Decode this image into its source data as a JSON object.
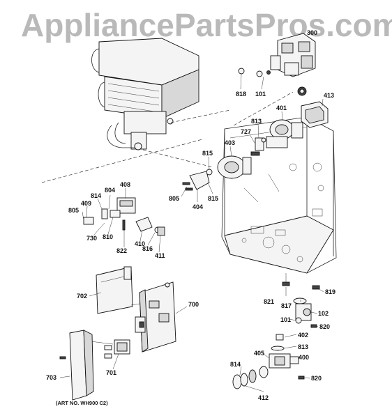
{
  "watermark": "AppliancePartsPros.com",
  "art_number": "(ART NO. WH900 C2)",
  "callouts": {
    "c300": "300",
    "c818": "818",
    "c101_top": "101",
    "c413": "413",
    "c401": "401",
    "c813_top": "813",
    "c727": "727",
    "c403": "403",
    "c815_top": "815",
    "c815_bottom": "815",
    "c805_mid": "805",
    "c404": "404",
    "c408": "408",
    "c804": "804",
    "c814_left": "814",
    "c409": "409",
    "c805_left": "805",
    "c730": "730",
    "c810": "810",
    "c410": "410",
    "c822": "822",
    "c816": "816",
    "c411": "411",
    "c702": "702",
    "c700": "700",
    "c703": "703",
    "c701": "701",
    "c819": "819",
    "c821": "821",
    "c817": "817",
    "c102": "102",
    "c101_bottom": "101",
    "c820_top": "820",
    "c402": "402",
    "c813_bottom": "813",
    "c405": "405",
    "c400": "400",
    "c814_bottom": "814",
    "c820_bottom": "820",
    "c412": "412"
  }
}
